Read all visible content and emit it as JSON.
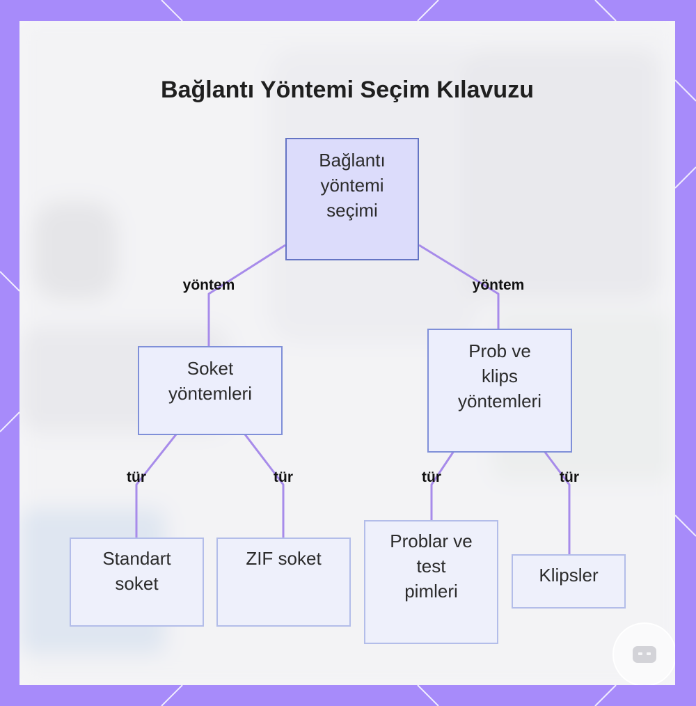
{
  "title": "Bağlantı Yöntemi Seçim Kılavuzu",
  "colors": {
    "border_frame": "#a78bfa",
    "card_background": "#f6f6f8",
    "edge_line": "#a78bea",
    "root_fill": "#dcdcfb",
    "root_stroke": "#6474c4",
    "mid_fill": "#eceefc",
    "mid_stroke": "#7f8fd8",
    "leaf_fill": "#eef0fb",
    "leaf_stroke": "#b3bde9"
  },
  "nodes": {
    "root": {
      "lines": [
        "Bağlantı",
        "yöntemi",
        "seçimi"
      ]
    },
    "socket_methods": {
      "lines": [
        "Soket",
        "yöntemleri"
      ]
    },
    "probe_clip_methods": {
      "lines": [
        "Prob ve",
        "klips",
        "yöntemleri"
      ]
    },
    "standard_socket": {
      "lines": [
        "Standart",
        "soket"
      ]
    },
    "zif_socket": {
      "lines": [
        "ZIF soket"
      ]
    },
    "probes_test_pins": {
      "lines": [
        "Problar ve",
        "test",
        "pimleri"
      ]
    },
    "clips": {
      "lines": [
        "Klipsler"
      ]
    }
  },
  "edges": {
    "root_to_socket": "yöntem",
    "root_to_probe": "yöntem",
    "socket_to_standard": "tür",
    "socket_to_zif": "tür",
    "probe_to_pins": "tür",
    "probe_to_clips": "tür"
  },
  "badge_icon": "robot-face-icon"
}
